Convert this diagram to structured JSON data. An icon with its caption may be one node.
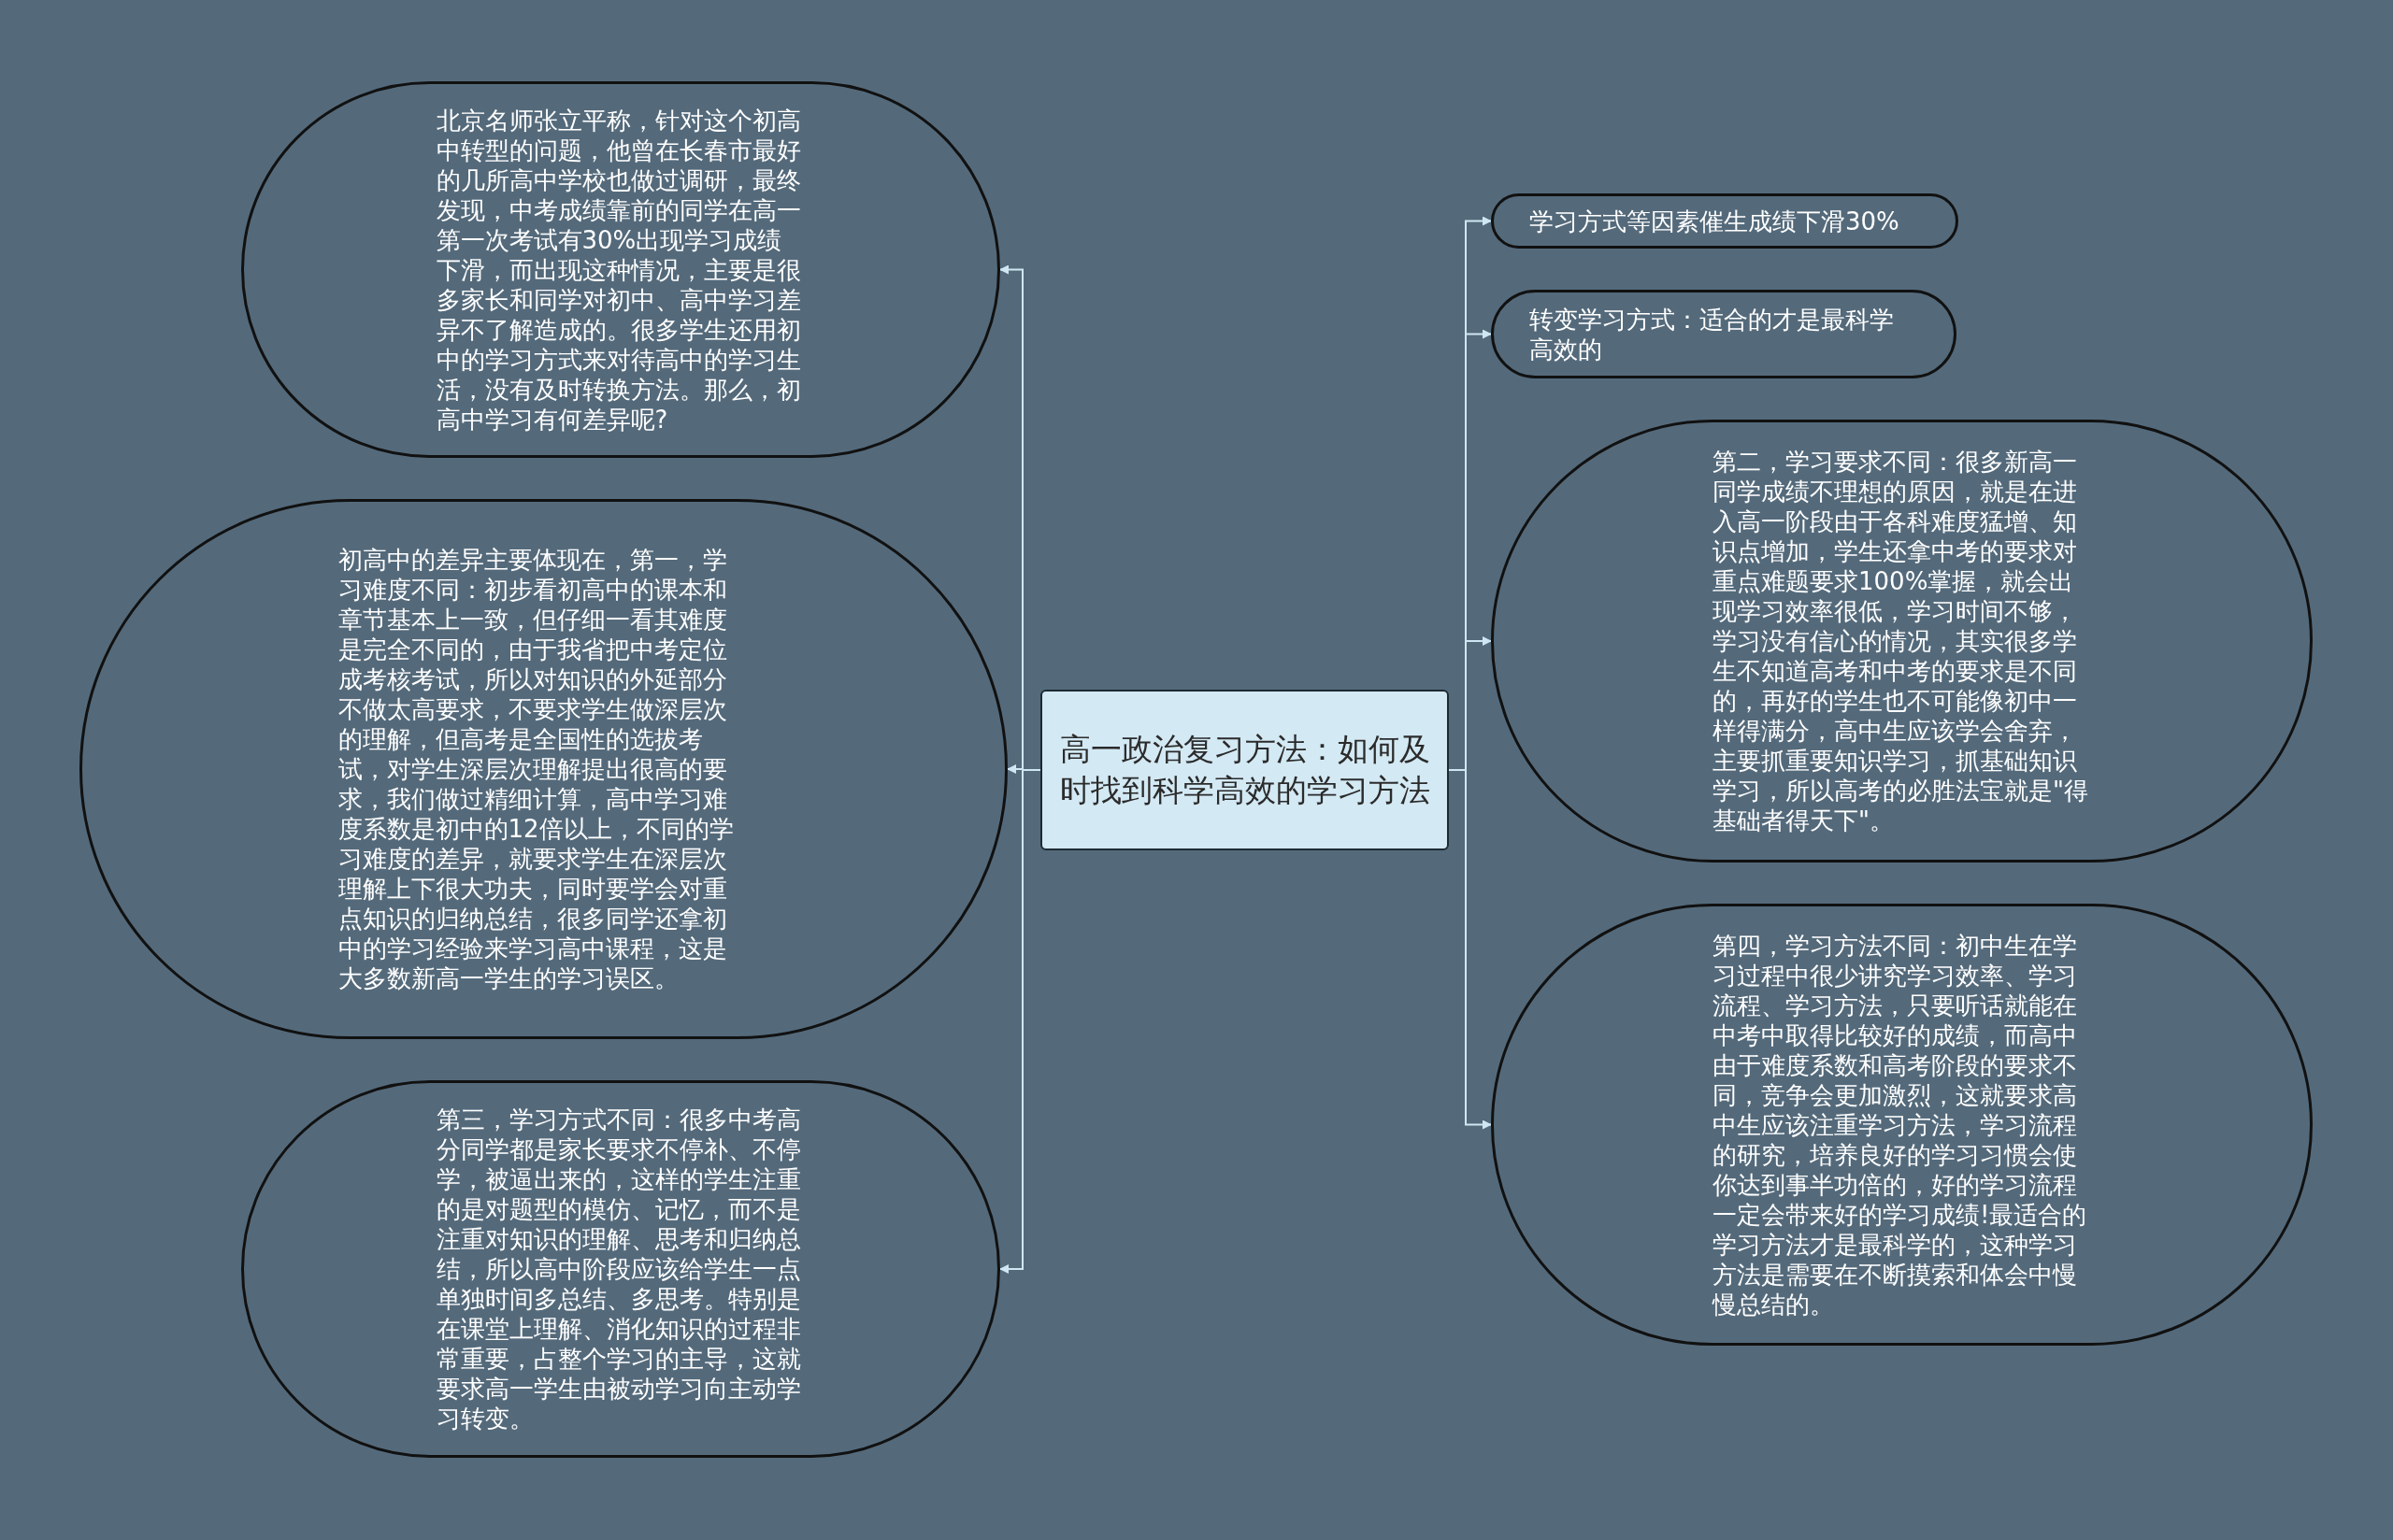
{
  "diagram": {
    "nodes": [
      {
        "text": [
          "高一政治复习方法：如何及时找到科学高效的学习方法"
        ]
      },
      {
        "text": [
          "北京名师张立平称，针对这个初高中转型的问题，他曾在长春市最好的几所高中学校也做过调研，最终发现，中考成绩靠前的同学在高一第一次考试有30%出现学习成绩下滑，而出现这种情况，主要是很多家长和同学对初中、高中学习差异不了解造成的。很多学生还用初中的学习方式来对待高中的学习生活，没有及时转换方法。那么，初高中学习有何差异呢?"
        ]
      },
      {
        "text": [
          "初高中的差异主要体现在，第一，学习难度不同：初步看初高中的课本和章节基本上一致，但仔细一看其难度是完全不同的，由于我省把中考定位成考核考试，所以对知识的外延部分不做太高要求，不要求学生做深层次的理解，但高考是全国性的选拔考试，对学生深层次理解提出很高的要求，我们做过精细计算，高中学习难度系数是初中的12倍以上，不同的学习难度的差异，就要求学生在深层次理解上下很大功夫，同时要学会对重点知识的归纳总结，很多同学还拿初中的学习经验来学习高中课程，这是大多数新高一学生的学习误区。"
        ]
      },
      {
        "text": [
          "第三，学习方式不同：很多中考高分同学都是家长要求不停补、不停学，被逼出来的，这样的学生注重的是对题型的模仿、记忆，而不是注重对知识的理解、思考和归纳总结，所以高中阶段应该给学生一点单独时间多总结、多思考。特别是在课堂上理解、消化知识的过程非常重要，占整个学习的主导，这就要求高一学生由被动学习向主动学习转变。"
        ]
      },
      {
        "text": [
          "学习方式等因素催生成绩下滑30%"
        ]
      },
      {
        "text": [
          "转变学习方式：适合的才是最科学高效的"
        ]
      },
      {
        "text": [
          "第二，学习要求不同：很多新高一同学成绩不理想的原因，就是在进入高一阶段由于各科难度猛增、知识点增加，学生还拿中考的要求对重点难题要求100%掌握，就会出现学习效率很低，学习时间不够，学习没有信心的情况，其实很多学生不知道高考和中考的要求是不同的，再好的学生也不可能像初中一样得满分，高中生应该学会舍弃，主要抓重要知识学习，抓基础知识学习，所以高考的必胜法宝就是\"得基础者得天下\"。"
        ]
      },
      {
        "text": [
          "第四，学习方法不同：初中生在学习过程中很少讲究学习效率、学习流程、学习方法，只要听话就能在中考中取得比较好的成绩，而高中由于难度系数和高考阶段的要求不同，竞争会更加激烈，这就要求高中生应该注重学习方法，学习流程的研究，培养良好的学习习惯会使你达到事半功倍的，好的学习流程一定会带来好的学习成绩!最适合的学习方法才是最科学的，这种学习方法是需要在不断摸索和体会中慢慢总结的。"
        ]
      }
    ],
    "edges": [
      {
        "from": 0,
        "to": 1,
        "arrow": "to"
      },
      {
        "from": 0,
        "to": 2,
        "arrow": "to"
      },
      {
        "from": 0,
        "to": 3,
        "arrow": "to"
      },
      {
        "from": 0,
        "to": 4,
        "arrow": "to"
      },
      {
        "from": 0,
        "to": 5,
        "arrow": "to"
      },
      {
        "from": 0,
        "to": 6,
        "arrow": "to"
      },
      {
        "from": 0,
        "to": 7,
        "arrow": "to"
      }
    ]
  }
}
